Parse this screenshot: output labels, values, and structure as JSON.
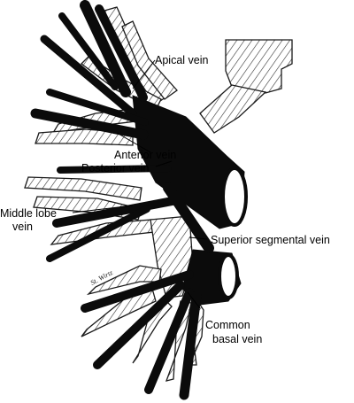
{
  "labels": {
    "apical_vein": "Apical vein",
    "anterior_vein": "Anterior vein",
    "posterior_vein": "Posterior vein",
    "middle_lobe_vein_line1": "Middle lobe",
    "middle_lobe_vein_line2": "vein",
    "superior_segmental_vein": "Superior segmental vein",
    "common_basal_vein_line1": "Common",
    "common_basal_vein_line2": "basal vein"
  },
  "signature": "St. Wirtz",
  "colors": {
    "vein": "#0b0b0b",
    "bronchus_outline": "#1a1a1a",
    "background": "#ffffff"
  }
}
